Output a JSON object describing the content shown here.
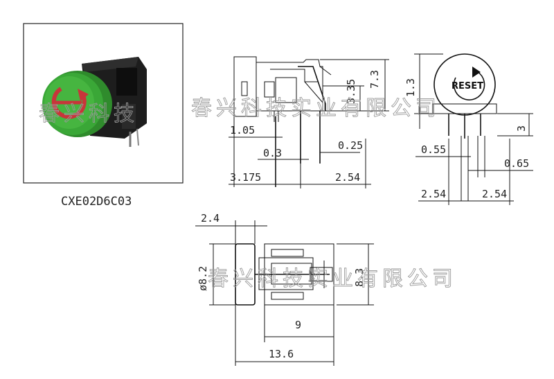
{
  "photo": {
    "part_number": "CXE02D6C03"
  },
  "side_view": {
    "dims": {
      "height_total": "7.3",
      "height_partial": "3.35",
      "offset_front": "1.05",
      "pin_width": "0.3",
      "pin_spacing_small": "0.25",
      "pin_offset": "3.175",
      "pin_pitch": "2.54"
    }
  },
  "front_view": {
    "reset_label": "RESET",
    "dims": {
      "top_offset": "1.3",
      "pin_length": "3",
      "pin_width_left": "0.55",
      "pin_width_right": "0.65",
      "pitch_left": "2.54",
      "pitch_right": "2.54"
    }
  },
  "top_view": {
    "dims": {
      "cap_thickness": "2.4",
      "diameter": "ø8.2",
      "height": "8.3",
      "body_length": "9",
      "total_length": "13.6"
    }
  },
  "watermark": {
    "line1": "春兴科技",
    "line2": "春兴科技实业有限公司",
    "line3": "春兴科技实业有限公司"
  }
}
